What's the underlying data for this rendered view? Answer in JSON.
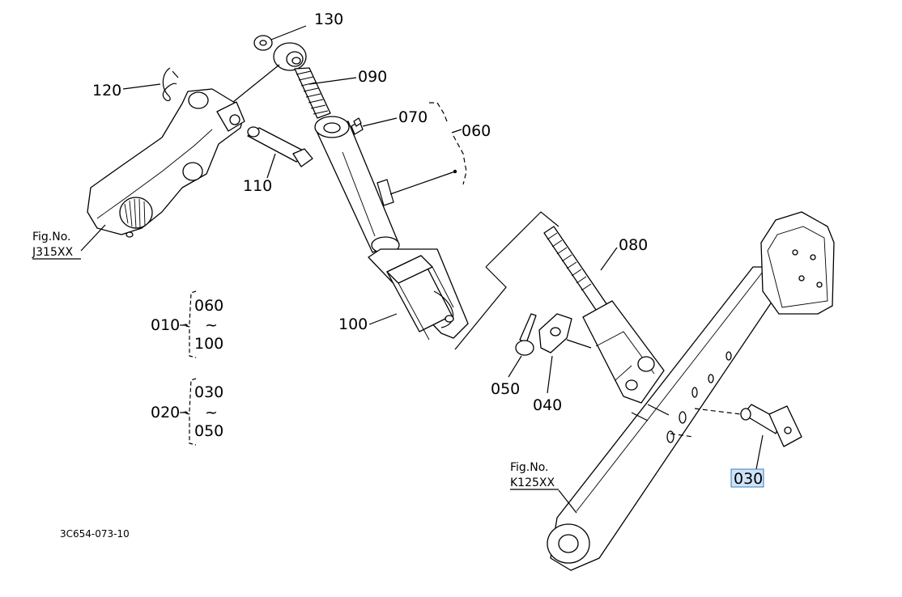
{
  "callouts": {
    "c130": "130",
    "c120": "120",
    "c090": "090",
    "c070": "070",
    "c060": "060",
    "c110": "110",
    "c100": "100",
    "c080": "080",
    "c050": "050",
    "c040": "040",
    "c030": "030"
  },
  "fig_refs": {
    "left": {
      "label": "Fig.No.",
      "code": "J315XX"
    },
    "right": {
      "label": "Fig.No.",
      "code": "K125XX"
    }
  },
  "groups": [
    {
      "id": "010",
      "from": "060",
      "to": "100",
      "tilde": "~"
    },
    {
      "id": "020",
      "from": "030",
      "to": "050",
      "tilde": "~"
    }
  ],
  "drawing_code": "3C654-073-10",
  "highlight_color": "#cfe3f7",
  "highlight_border": "#3b78c4"
}
